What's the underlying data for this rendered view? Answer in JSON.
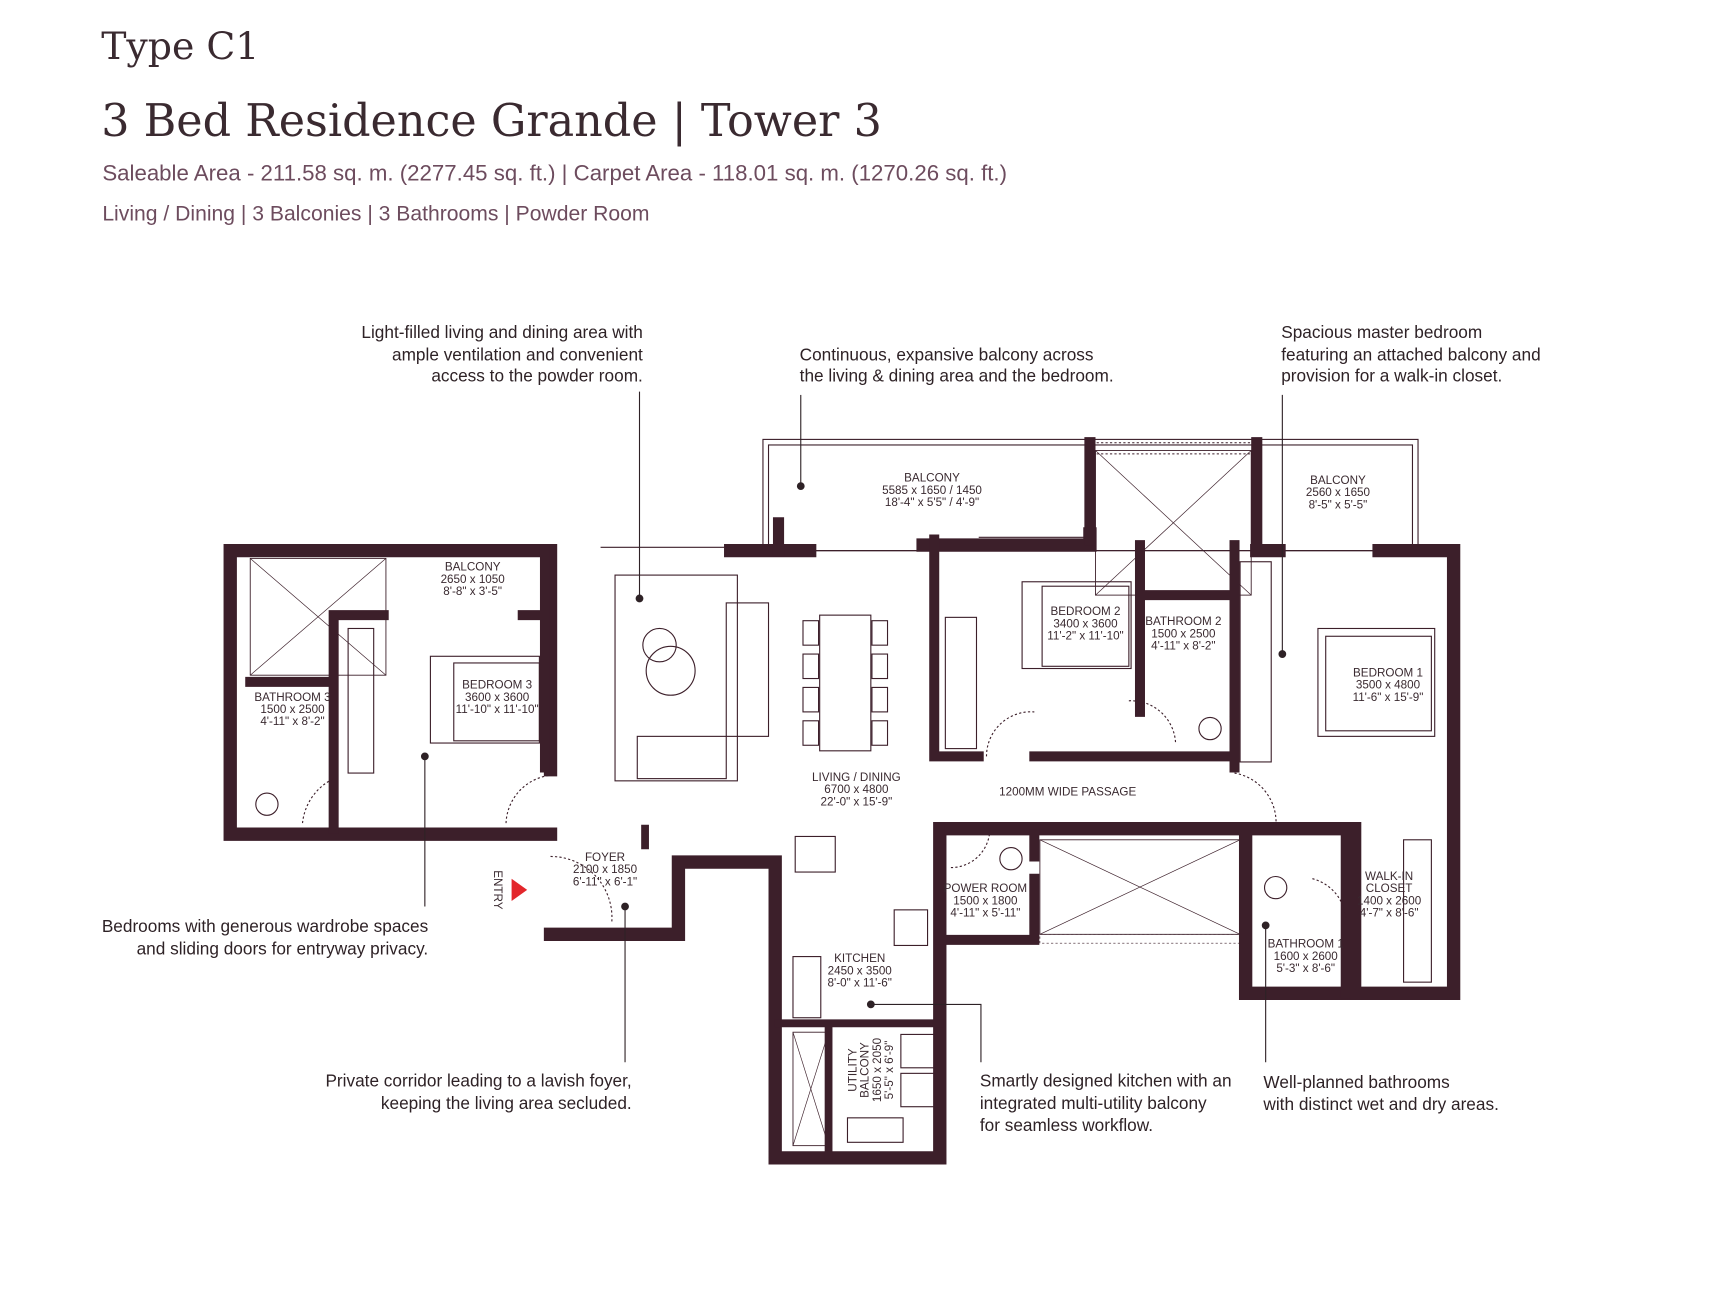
{
  "header": {
    "type": "Type C1",
    "title": "3 Bed Residence Grande | Tower 3",
    "area": "Saleable Area - 211.58 sq. m. (2277.45 sq. ft.) | Carpet Area - 118.01 sq. m. (1270.26 sq. ft.)",
    "features": "Living / Dining | 3 Balconies | 3 Bathrooms | Powder Room"
  },
  "callouts": {
    "living": [
      "Light-filled living and dining area with",
      "ample ventilation and convenient",
      "access to the powder room."
    ],
    "balcony": [
      "Continuous, expansive balcony across",
      "the living & dining area and the bedroom."
    ],
    "master": [
      "Spacious master bedroom",
      "featuring an attached balcony and",
      "provision for a walk-in closet."
    ],
    "bedrooms": [
      "Bedrooms with generous wardrobe spaces",
      "and sliding doors for entryway privacy."
    ],
    "corridor": [
      "Private corridor leading to a lavish foyer,",
      "keeping the living area secluded."
    ],
    "kitchen": [
      "Smartly designed kitchen with an",
      "integrated multi-utility balcony",
      "for seamless workflow."
    ],
    "bathrooms": [
      "Well-planned bathrooms",
      "with distinct wet and dry areas."
    ]
  },
  "rooms": {
    "balcony_main": [
      "BALCONY",
      "5585 x 1650 / 1450",
      "18'-4\" x 5'5\" / 4'-9\""
    ],
    "balcony_master": [
      "BALCONY",
      "2560 x 1650",
      "8'-5\" x 5'-5\""
    ],
    "balcony_bed3": [
      "BALCONY",
      "2650 x 1050",
      "8'-8\" x 3'-5\""
    ],
    "bedroom3": [
      "BEDROOM 3",
      "3600 x 3600",
      "11'-10\" x 11'-10\""
    ],
    "bathroom3": [
      "BATHROOM 3",
      "1500 x 2500",
      "4'-11\" x 8'-2\""
    ],
    "bedroom2": [
      "BEDROOM 2",
      "3400 x 3600",
      "11'-2\" x 11'-10\""
    ],
    "bathroom2": [
      "BATHROOM 2",
      "1500 x 2500",
      "4'-11\" x 8'-2\""
    ],
    "bedroom1": [
      "BEDROOM 1",
      "3500 x 4800",
      "11'-6\" x 15'-9\""
    ],
    "living": [
      "LIVING / DINING",
      "6700 x 4800",
      "22'-0\" x 15'-9\""
    ],
    "passage": "1200MM WIDE PASSAGE",
    "foyer": [
      "FOYER",
      "2100 x 1850",
      "6'-11\" x 6'-1\""
    ],
    "power": [
      "POWER ROOM",
      "1500 x 1800",
      "4'-11\" x 5'-11\""
    ],
    "kitchen": [
      "KITCHEN",
      "2450 x 3500",
      "8'-0\" x 11'-6\""
    ],
    "utility": [
      "UTILITY",
      "BALCONY",
      "1650 x 2050",
      "5'-5\" x 6'-9\""
    ],
    "walkin": [
      "WALK-IN",
      "CLOSET",
      "1400 x 2600",
      "4'-7\" x 8'-6\""
    ],
    "bathroom1": [
      "BATHROOM 1",
      "1600 x 2600",
      "5'-3\" x 8'-6\""
    ],
    "entry": "ENTRY"
  },
  "colors": {
    "wall": "#3c1f2a",
    "entry_arrow": "#e3262b",
    "subtitle": "#6d4c5e"
  }
}
